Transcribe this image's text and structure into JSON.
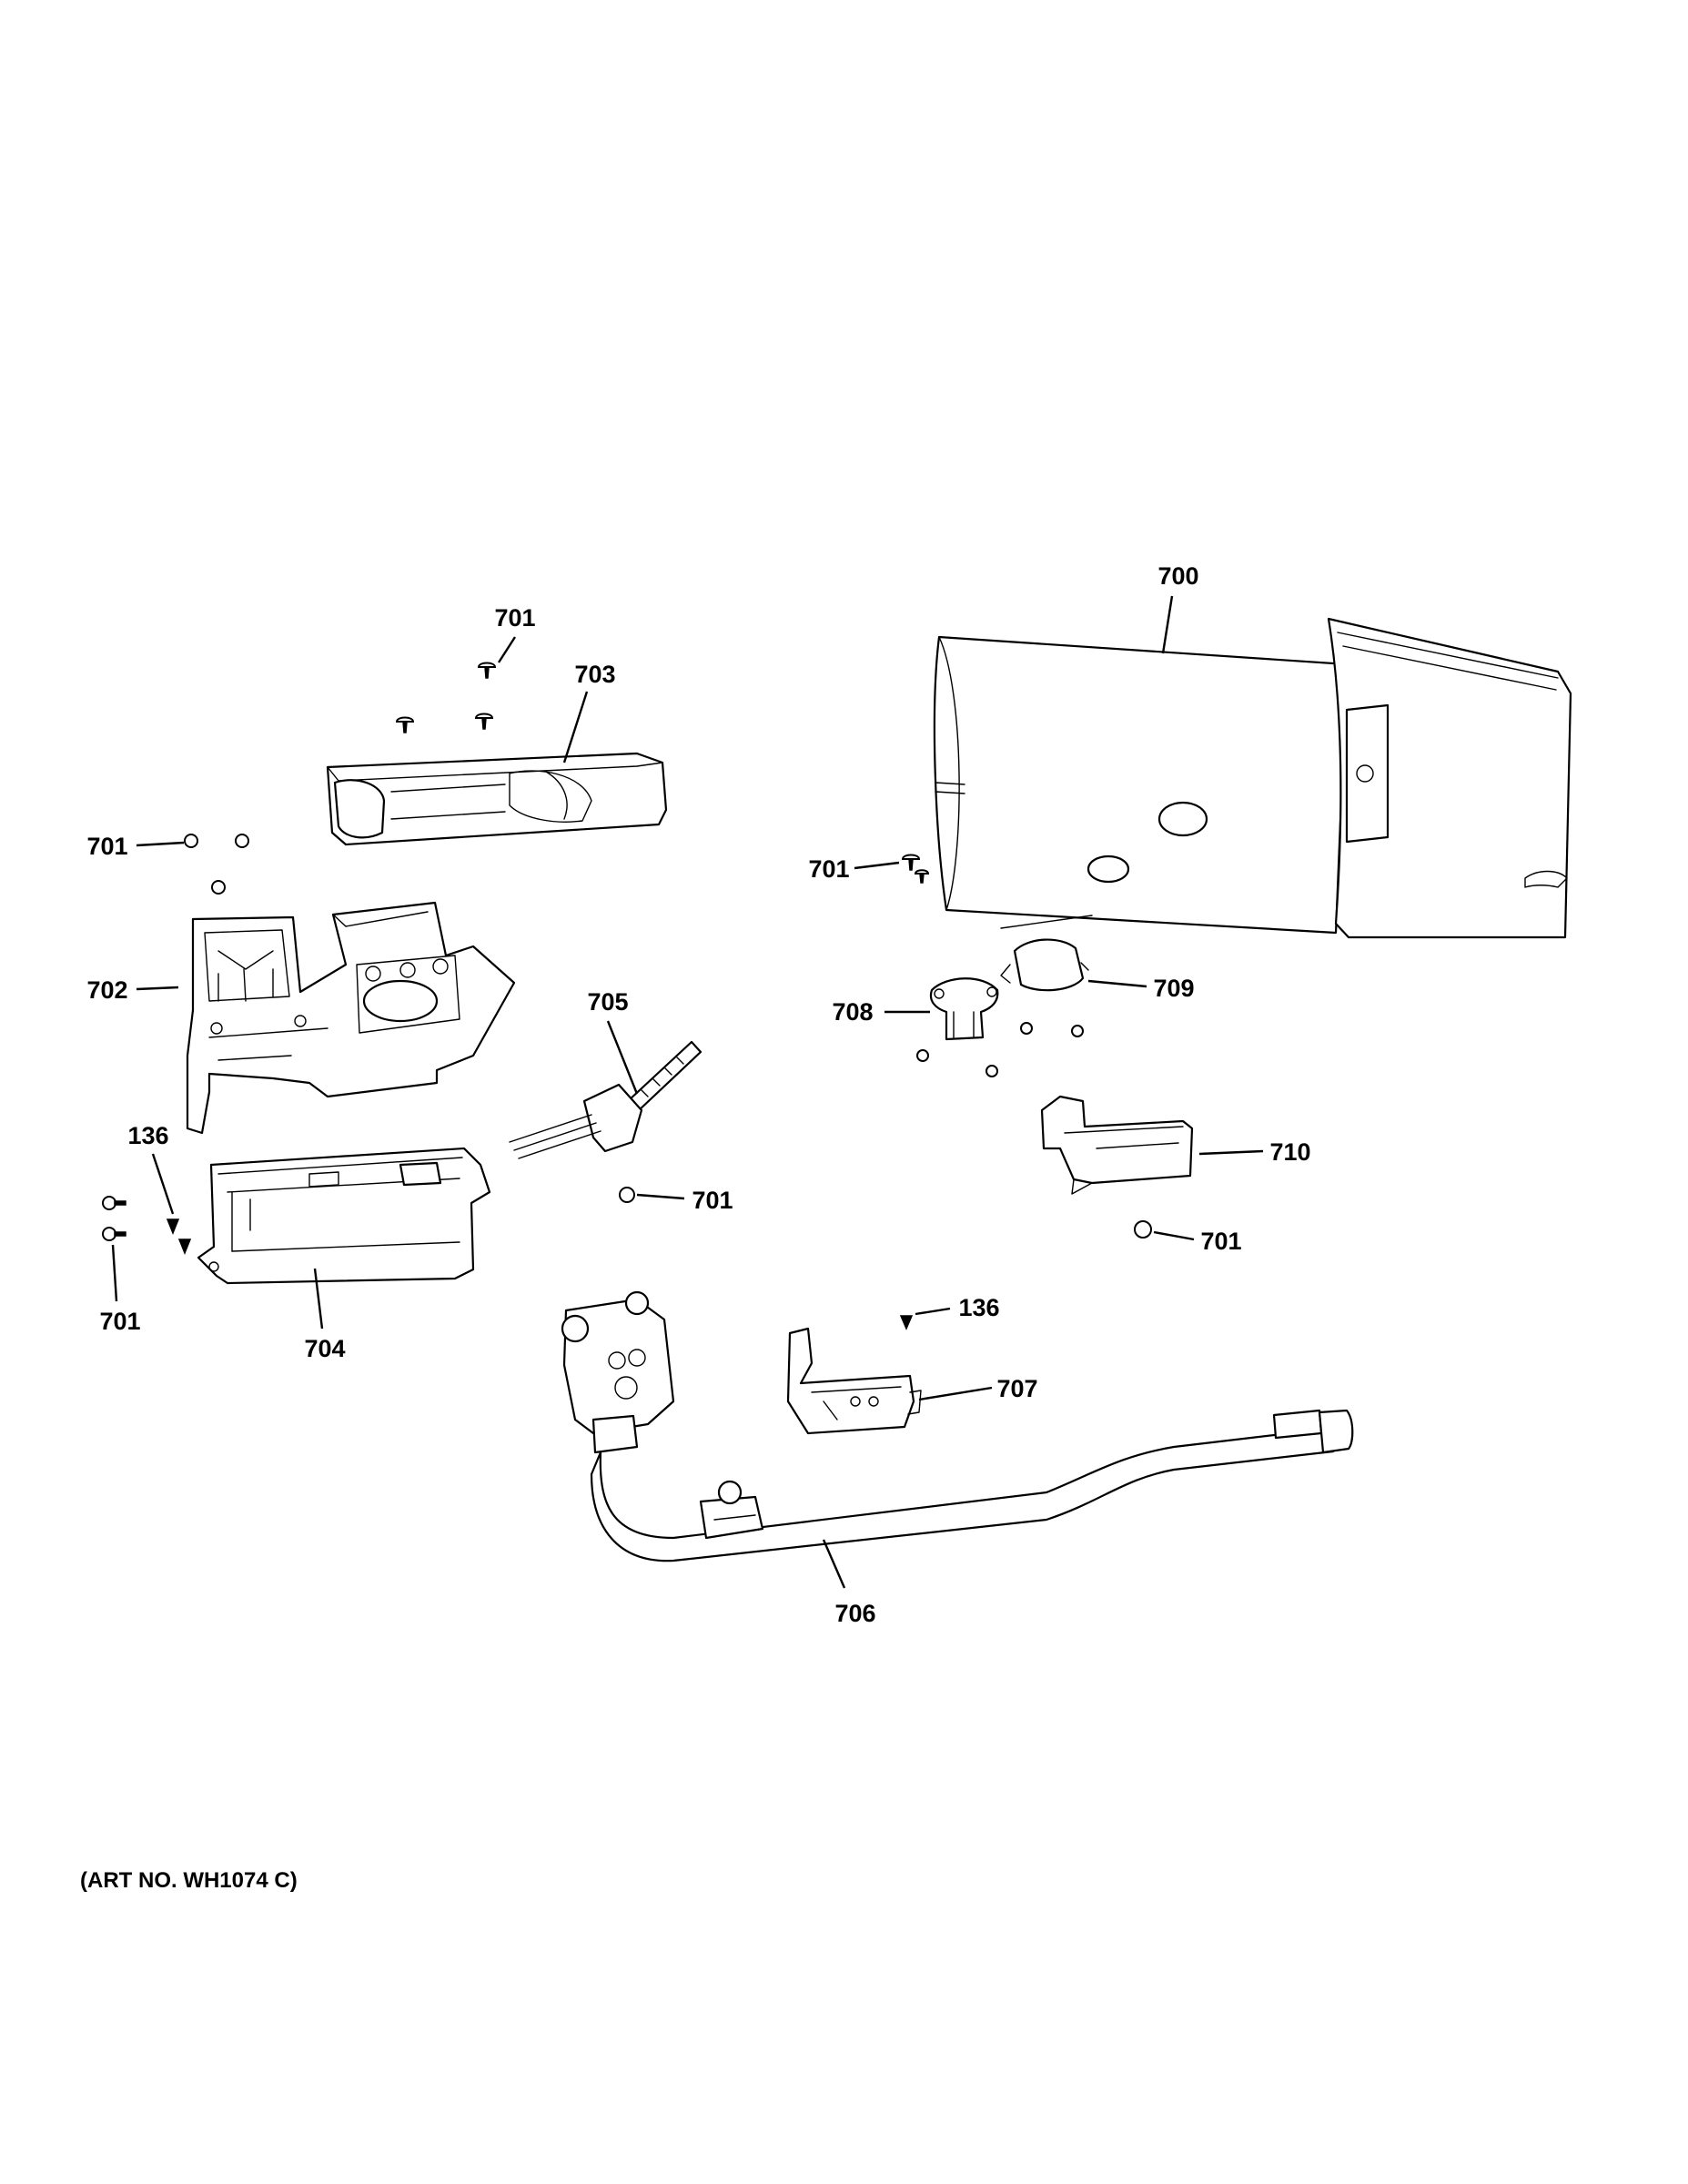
{
  "callouts": {
    "c700": "700",
    "c701": "701",
    "c702": "702",
    "c703": "703",
    "c704": "704",
    "c705": "705",
    "c706": "706",
    "c707": "707",
    "c708": "708",
    "c709": "709",
    "c710": "710",
    "c136": "136"
  },
  "art_number": "(ART NO. WH1074 C)",
  "parts": [
    {
      "id": "700",
      "icon": "burner-tube-assembly-icon"
    },
    {
      "id": "701",
      "icon": "screw-icon"
    },
    {
      "id": "702",
      "icon": "burner-bracket-icon"
    },
    {
      "id": "703",
      "icon": "flame-holder-icon"
    },
    {
      "id": "704",
      "icon": "mounting-bracket-icon"
    },
    {
      "id": "705",
      "icon": "igniter-icon"
    },
    {
      "id": "706",
      "icon": "gas-valve-and-pipe-icon"
    },
    {
      "id": "707",
      "icon": "valve-bracket-icon"
    },
    {
      "id": "708",
      "icon": "thermostat-icon"
    },
    {
      "id": "709",
      "icon": "flame-sensor-icon"
    },
    {
      "id": "710",
      "icon": "sensor-cover-icon"
    },
    {
      "id": "136",
      "icon": "screw-icon"
    }
  ]
}
